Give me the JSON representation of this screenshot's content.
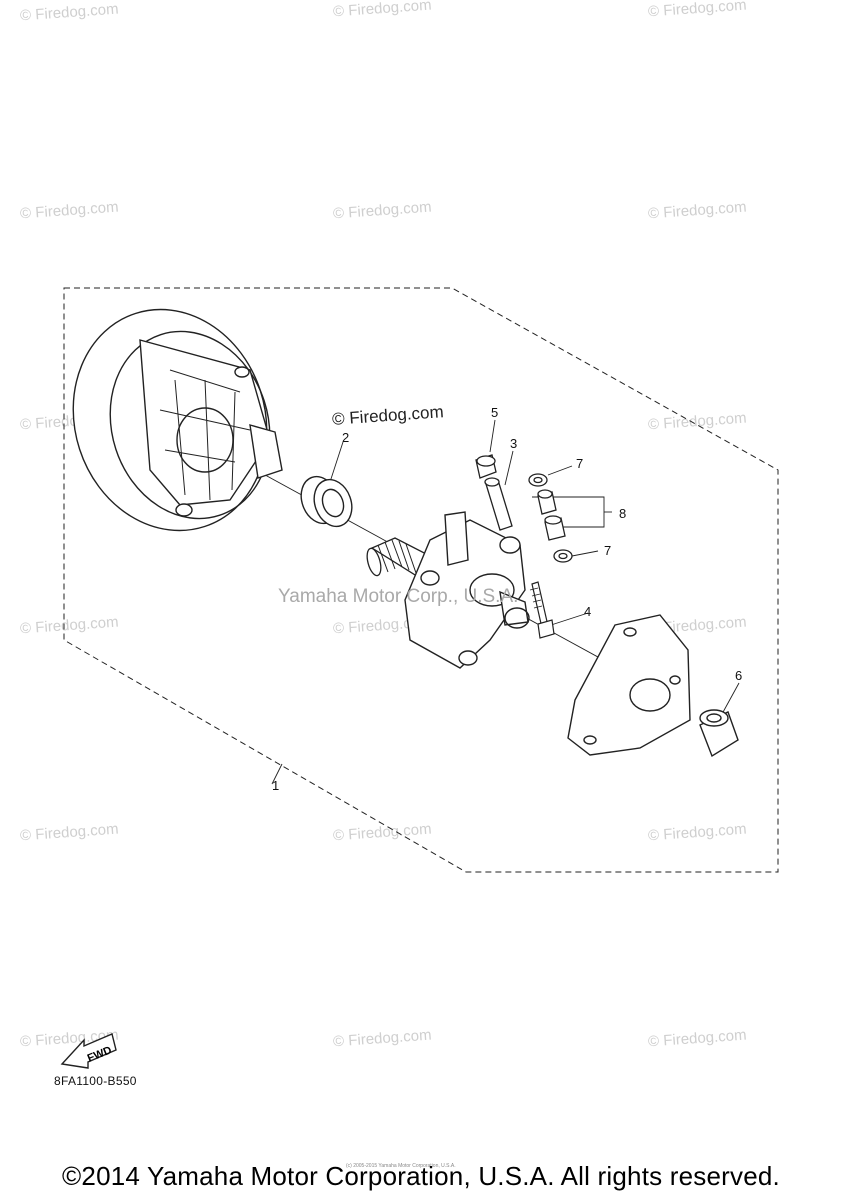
{
  "watermark": {
    "text": "© Firedog.com",
    "prominent_text": "© Firedog.com",
    "center_text": "Yamaha Motor Corp., U.S.A."
  },
  "diagram": {
    "callouts": [
      "1",
      "2",
      "3",
      "4",
      "5",
      "6",
      "7",
      "7",
      "8"
    ],
    "fwd_label": "FWD",
    "code": "8FA1100-B550"
  },
  "footer": {
    "fine_print": "(c) 2005-2015 Yamaha Motor Corporation, U.S.A.",
    "copyright": "©2014 Yamaha Motor Corporation, U.S.A. All rights reserved."
  }
}
